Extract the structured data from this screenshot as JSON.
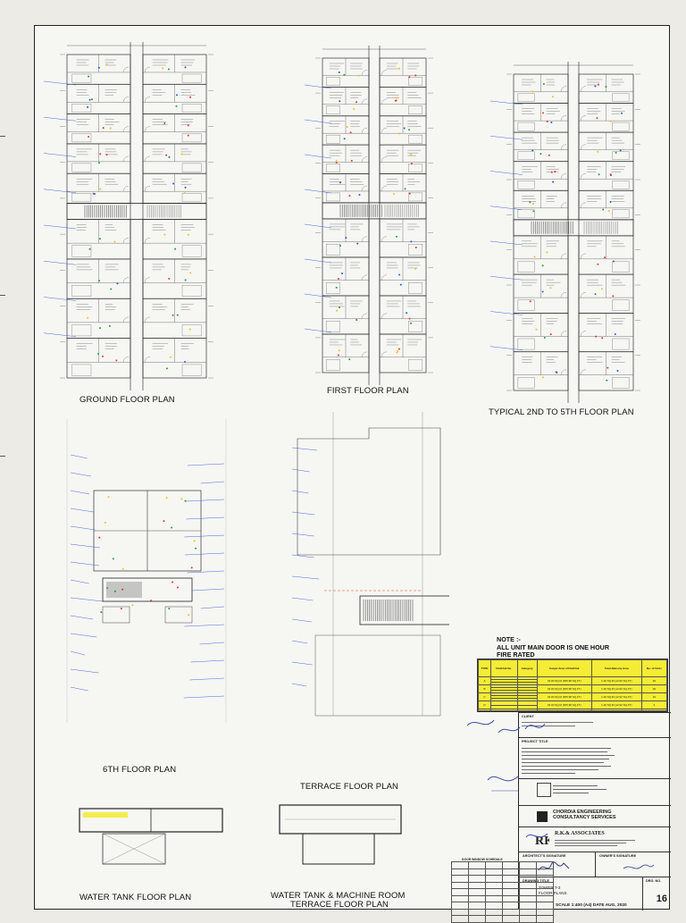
{
  "plans": {
    "ground": "GROUND FLOOR PLAN",
    "first": "FIRST FLOOR PLAN",
    "typical": "TYPICAL 2ND TO 5TH FLOOR PLAN",
    "sixth": "6TH FLOOR PLAN",
    "terrace": "TERRACE FLOOR PLAN",
    "water_tank": "WATER TANK  FLOOR PLAN",
    "machine_room_1": "WATER TANK & MACHINE ROOM",
    "machine_room_2": "TERRACE FLOOR PLAN"
  },
  "note": {
    "line1": "NOTE :-",
    "line2": "ALL UNIT MAIN DOOR IS ONE HOUR",
    "line3": "FIRE RATED"
  },
  "unit_table": {
    "headers": [
      "TYPE",
      "Flat/Unit No.",
      "Category",
      "Carpet Area of Flat/Unit",
      "Total Balcony Area",
      "No. of Units"
    ],
    "groups": [
      {
        "type": "A",
        "area": "34.00 SQ.M (365.98 SQ.FT)",
        "balcony": "1.20 SQ.M (12.92 SQ.FT)",
        "units": "40"
      },
      {
        "type": "B",
        "area": "34.00 SQ.M (365.98 SQ.FT)",
        "balcony": "1.20 SQ.M (12.92 SQ.FT)",
        "units": "20"
      },
      {
        "type": "C",
        "area": "34.00 SQ.M (365.98 SQ.FT)",
        "balcony": "1.20 SQ.M (12.92 SQ.FT)",
        "units": "10"
      },
      {
        "type": "D",
        "area": "34.00 SQ.M (365.98 SQ.FT)",
        "balcony": "1.20 SQ.M (12.92 SQ.FT)",
        "units": "4"
      }
    ]
  },
  "title_block": {
    "client_label": "CLIENT",
    "project_label": "PROJECT TITLE",
    "consultant_1": "CHORDIA ENGINEERING",
    "consultant_2": "CONSULTANCY SERVICES",
    "architect_name": "R.K.& ASSOCIATES",
    "architect_sig_label": "ARCHITECT'S SIGNATURE",
    "owner_sig_label": "OWNER'S SIGNATURE",
    "drawing_title_label": "DRAWING TITLE",
    "drawing_title_1": "TOWER T-3",
    "drawing_title_2": "FLOOR PLANS",
    "drg_no_label": "DRG. NO.",
    "scale_text": "SCALE  1:400  (A4)  DATE  AUG, 2020",
    "sheet_no": "16"
  },
  "door_schedule": {
    "title": "DOOR WINDOW SCHEDULE"
  }
}
